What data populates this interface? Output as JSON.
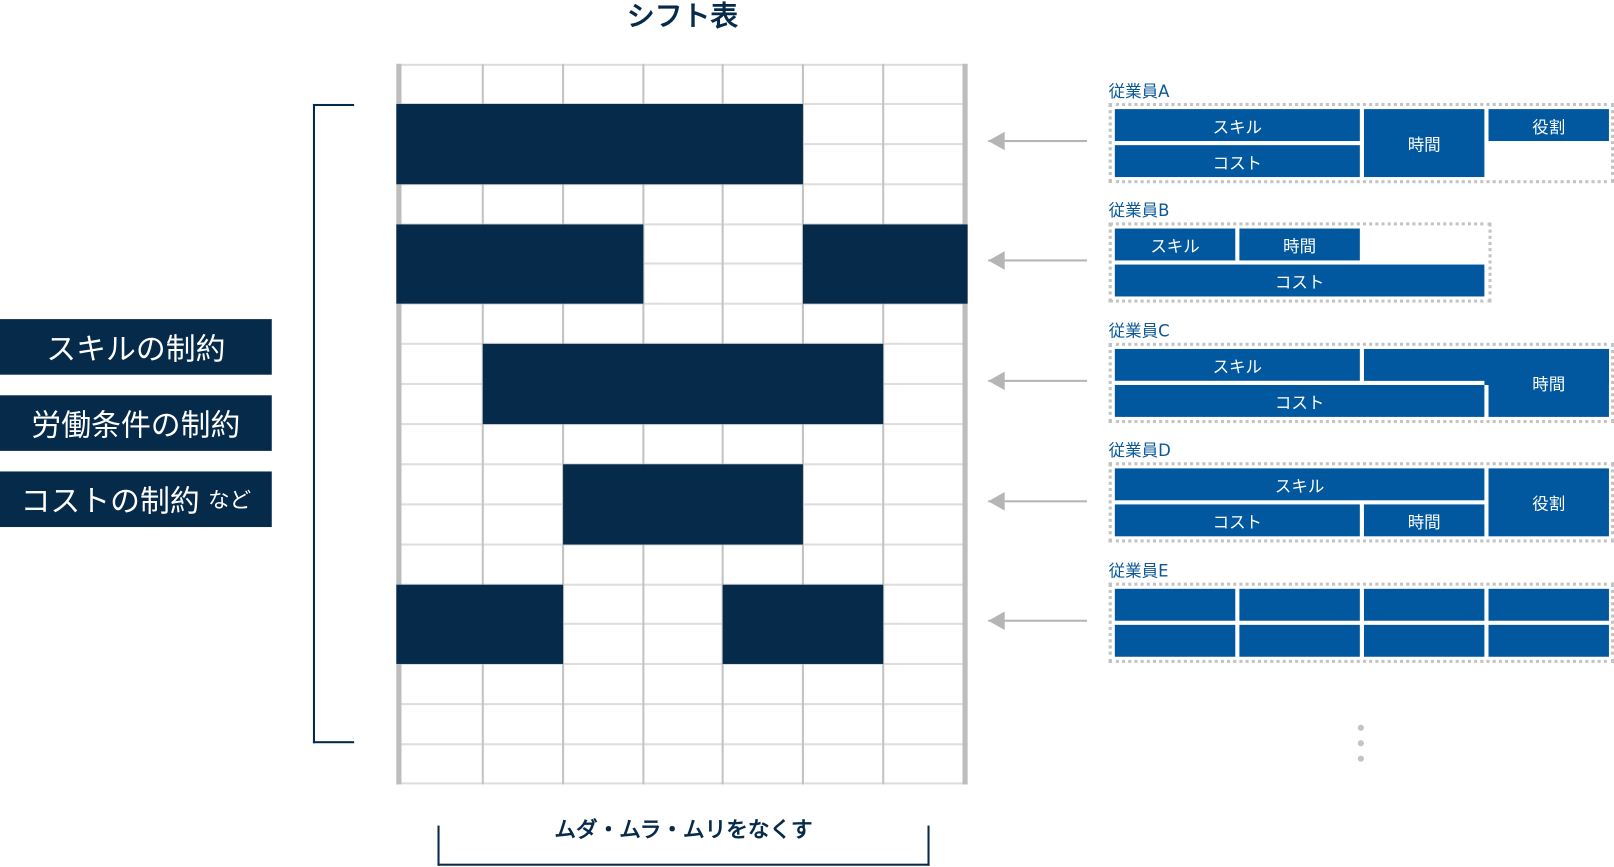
{
  "title": "シフト表",
  "constraints": [
    {
      "label": "スキルの制約",
      "suffix": ""
    },
    {
      "label": "労働条件の制約",
      "suffix": ""
    },
    {
      "label": "コストの制約",
      "suffix": "など"
    }
  ],
  "bottom_caption": "ムダ・ムラ・ムリをなくす",
  "shift_table": {
    "columns": 7,
    "rows": 18,
    "shifts": [
      {
        "row": 1,
        "row_span": 2,
        "col_start": 0,
        "col_end": 5
      },
      {
        "row": 4,
        "row_span": 2,
        "col_start": 0,
        "col_end": 3
      },
      {
        "row": 4,
        "row_span": 2,
        "col_start": 5,
        "col_end": 7
      },
      {
        "row": 7,
        "row_span": 2,
        "col_start": 1,
        "col_end": 6
      },
      {
        "row": 10,
        "row_span": 2,
        "col_start": 2,
        "col_end": 5
      },
      {
        "row": 13,
        "row_span": 2,
        "col_start": 0,
        "col_end": 2
      },
      {
        "row": 13,
        "row_span": 2,
        "col_start": 4,
        "col_end": 6
      }
    ]
  },
  "employees": [
    {
      "name": "従業員A",
      "skill": "スキル",
      "cost": "コスト",
      "time": "時間",
      "role": "役割"
    },
    {
      "name": "従業員B",
      "skill": "スキル",
      "cost": "コスト",
      "time": "時間"
    },
    {
      "name": "従業員C",
      "skill": "スキル",
      "cost": "コスト",
      "time": "時間"
    },
    {
      "name": "従業員D",
      "skill": "スキル",
      "cost": "コスト",
      "time": "時間",
      "role": "役割"
    },
    {
      "name": "従業員E"
    }
  ],
  "colors": {
    "navy": "#052a4a",
    "blue": "#02589e",
    "grey": "#c4c4c4"
  }
}
